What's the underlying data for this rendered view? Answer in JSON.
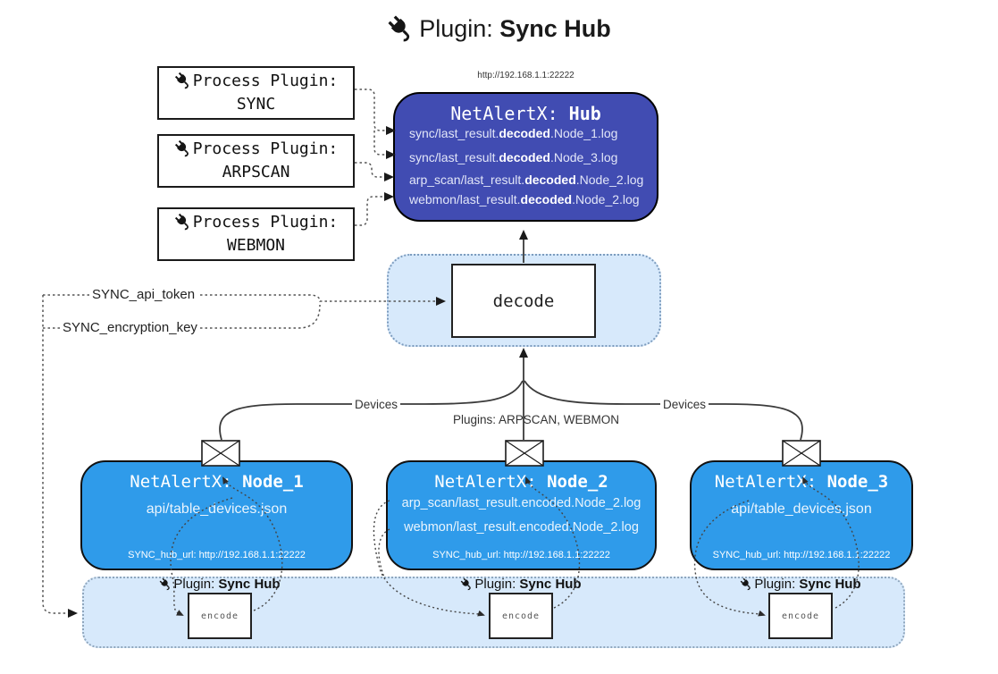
{
  "title": {
    "prefix": "Plugin: ",
    "name": "Sync Hub"
  },
  "process_plugins": [
    {
      "label": "Process Plugin:",
      "name": "SYNC"
    },
    {
      "label": "Process Plugin:",
      "name": "ARPSCAN"
    },
    {
      "label": "Process Plugin:",
      "name": "WEBMON"
    }
  ],
  "hub": {
    "url_label": "http://192.168.1.1:22222",
    "title_prefix": "NetAlertX: ",
    "title_name": "Hub",
    "logs": [
      {
        "pre": "sync/last_result.",
        "mid": "decoded",
        "post": ".Node_1.log"
      },
      {
        "pre": "sync/last_result.",
        "mid": "decoded",
        "post": ".Node_3.log"
      },
      {
        "pre": "arp_scan/last_result.",
        "mid": "decoded",
        "post": ".Node_2.log"
      },
      {
        "pre": "webmon/last_result.",
        "mid": "decoded",
        "post": ".Node_2.log"
      }
    ]
  },
  "decode": {
    "label": "decode"
  },
  "secrets": {
    "api_token": "SYNC_api_token",
    "encryption_key": "SYNC_encryption_key"
  },
  "edges": {
    "devices_left": "Devices",
    "devices_right": "Devices",
    "plugins_center": "Plugins: ARPSCAN, WEBMON"
  },
  "nodes": [
    {
      "title_prefix": "NetAlertX: ",
      "title_name": "Node_1",
      "files": [
        "api/table_devices.json"
      ],
      "hub_url": "SYNC_hub_url: http://192.168.1.1:22222"
    },
    {
      "title_prefix": "NetAlertX: ",
      "title_name": "Node_2",
      "files": [
        "arp_scan/last_result.encoded.Node_2.log",
        "webmon/last_result.encoded.Node_2.log"
      ],
      "hub_url": "SYNC_hub_url: http://192.168.1.1:22222"
    },
    {
      "title_prefix": "NetAlertX: ",
      "title_name": "Node_3",
      "files": [
        "api/table_devices.json"
      ],
      "hub_url": "SYNC_hub_url: http://192.168.1.1:22222"
    }
  ],
  "encoders": [
    {
      "plugin_prefix": "Plugin: ",
      "plugin_name": "Sync Hub",
      "box_label": "encode"
    },
    {
      "plugin_prefix": "Plugin: ",
      "plugin_name": "Sync Hub",
      "box_label": "encode"
    },
    {
      "plugin_prefix": "Plugin: ",
      "plugin_name": "Sync Hub",
      "box_label": "encode"
    }
  ],
  "colors": {
    "hub_bg": "#414CB2",
    "node_bg": "#2F9BEA",
    "panel_bg": "#D7E9FB",
    "line": "#3b3b3b"
  }
}
